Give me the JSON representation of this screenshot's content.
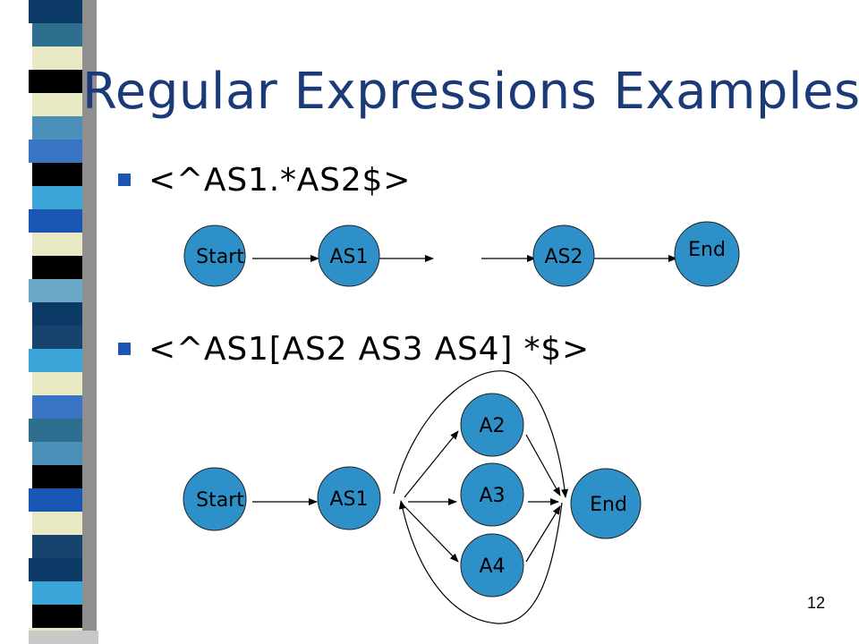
{
  "slide": {
    "title": "Regular Expressions Examples",
    "page_number": "12"
  },
  "bullets": [
    {
      "text": "<^AS1.*AS2$>"
    },
    {
      "text": "<^AS1[AS2 AS3 AS4] *$>"
    }
  ],
  "colors": {
    "node_fill": "#2e90c8",
    "title": "#1b3a78",
    "bullet": "#1e55b4"
  },
  "diagram_1": {
    "nodes": [
      {
        "label": "Start"
      },
      {
        "label": "AS1"
      },
      {
        "label": "AS2"
      },
      {
        "label": "End"
      }
    ]
  },
  "diagram_2": {
    "nodes": [
      {
        "label": "Start"
      },
      {
        "label": "AS1"
      },
      {
        "label": "A2"
      },
      {
        "label": "A3"
      },
      {
        "label": "A4"
      },
      {
        "label": "End"
      }
    ]
  }
}
